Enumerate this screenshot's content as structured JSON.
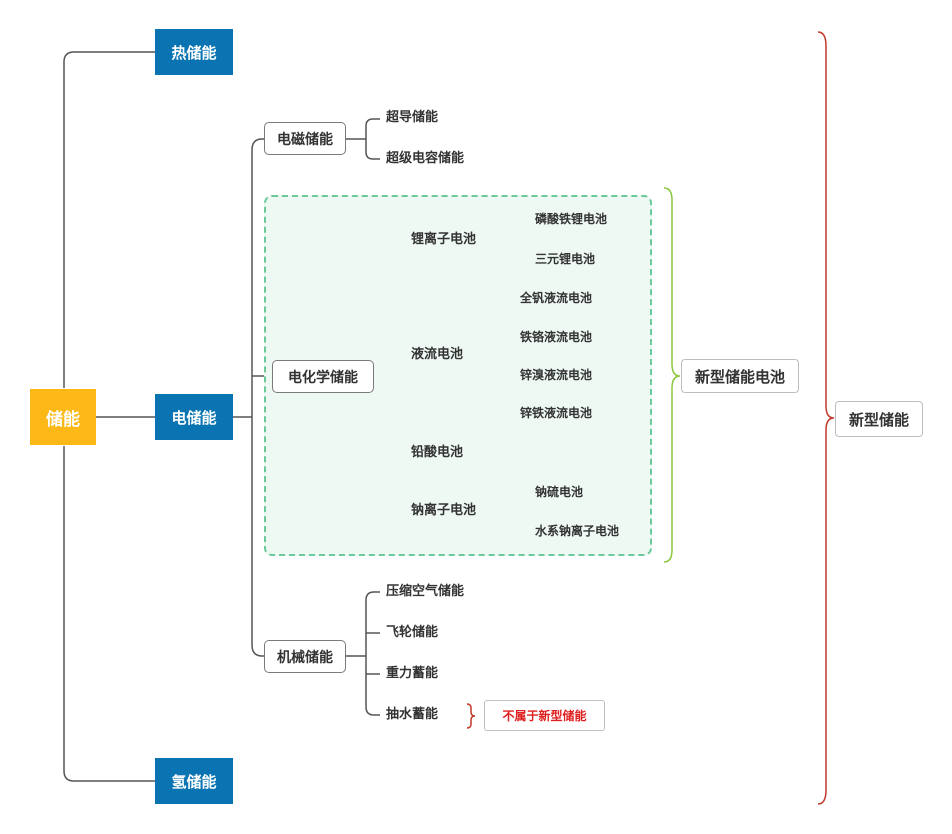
{
  "root": {
    "label": "储能"
  },
  "level1": {
    "thermal": "热储能",
    "electric": "电储能",
    "hydrogen": "氢储能"
  },
  "electromagnetic": {
    "label": "电磁储能",
    "children": [
      "超导储能",
      "超级电容储能"
    ]
  },
  "electrochemical": {
    "label": "电化学储能",
    "lithium": {
      "label": "锂离子电池",
      "children": [
        "磷酸铁锂电池",
        "三元锂电池"
      ]
    },
    "flow": {
      "label": "液流电池",
      "children": [
        "全钒液流电池",
        "铁铬液流电池",
        "锌溴液流电池",
        "锌铁液流电池"
      ]
    },
    "lead": {
      "label": "铅酸电池"
    },
    "sodium": {
      "label": "钠离子电池",
      "children": [
        "钠硫电池",
        "水系钠离子电池"
      ]
    }
  },
  "mechanical": {
    "label": "机械储能",
    "children": [
      "压缩空气储能",
      "飞轮储能",
      "重力蓄能",
      "抽水蓄能"
    ]
  },
  "summaries": {
    "new_battery": "新型储能电池",
    "new_storage": "新型储能",
    "excluded": "不属于新型储能"
  },
  "colors": {
    "root": "#fbb817",
    "level1": "#0a74b2",
    "group_border": "#6cc99a",
    "group_fill": "#eef9f3",
    "brace_green": "#8cc63f",
    "brace_red": "#c0392b",
    "note_text": "#e02020"
  }
}
